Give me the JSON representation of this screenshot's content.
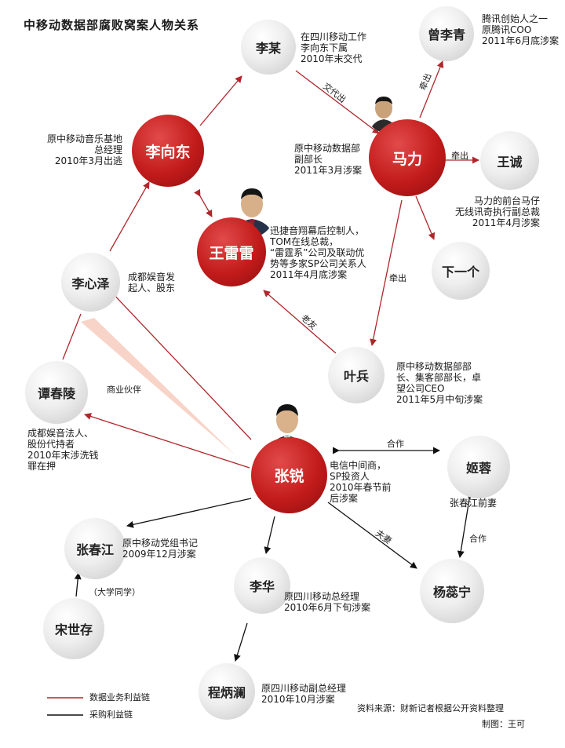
{
  "title": "中移动数据部腐败窝案人物关系",
  "colors": {
    "red_link": "#b0262b",
    "black_link": "#111111",
    "red_node": "#c21b1b",
    "grey_node": "#dcdcdc",
    "partner_fill": "#f6c4b4"
  },
  "nodes": {
    "li_mou": "李某",
    "zeng_liqing": "曾李青",
    "li_xiangdong": "李向东",
    "ma_li": "马力",
    "wang_cheng": "王诚",
    "wang_leilei": "王雷雷",
    "li_xinze": "李心泽",
    "next": "下一个",
    "tan_chunling": "谭春陵",
    "ye_bing": "叶兵",
    "zhang_rui": "张锐",
    "ji_rong": "姬蓉",
    "zhang_chunjiang": "张春江",
    "li_hua": "李华",
    "yang_ruining": "杨蕊宁",
    "song_shicun": "宋世存",
    "cheng_bingjian": "程炳澜"
  },
  "notes": {
    "li_mou": "在四川移动工作\n李向东下属\n2010年末交代",
    "zeng_liqing": "腾讯创始人之一\n原腾讯COO\n2011年6月底涉案",
    "li_xiangdong": "原中移动音乐基地\n总经理\n2010年3月出逃",
    "ma_li": "原中移动数据部\n副部长\n2011年3月涉案",
    "wang_cheng": "马力的前台马仔\n无线讯奇执行副总裁\n2011年4月涉案",
    "wang_leilei": "迅捷音翔幕后控制人，\nTOM在线总裁，\n“雷霆系”公司及联动优\n势等多家SP公司关系人\n2011年4月底涉案",
    "li_xinze": "成都娱音发\n起人、股东",
    "ye_bing": "原中移动数据部部\n长、集客部部长，卓\n望公司CEO\n2011年5月中旬涉案",
    "tan_chunling": "成都娱音法人、\n股份代持者\n2010年末涉洗钱\n罪在押",
    "zhang_rui": "电信中间商，\nSP投资人\n2010年春节前\n后涉案",
    "ji_rong": "张春江前妻",
    "zhang_chunjiang": "原中移动党组书记\n2009年12月涉案",
    "li_hua": "原四川移动总经理\n2010年6月下旬涉案",
    "cheng_bingjian": "原四川移动副总经理\n2010年10月涉案"
  },
  "edge_labels": {
    "confessed": "交代出",
    "implicated_1": "牵出",
    "implicated_2": "牵出",
    "implicated_3": "牵出",
    "old_friend": "老友",
    "business_partner": "商业伙伴",
    "cooperation_1": "合作",
    "cooperation_2": "合作",
    "spouse": "夫妻",
    "classmates": "（大学同学）"
  },
  "legend": {
    "red_label": "数据业务利益链",
    "black_label": "采购利益链"
  },
  "source": "资料来源：财新记者根据公开资料整理",
  "credit": "制图：王可"
}
